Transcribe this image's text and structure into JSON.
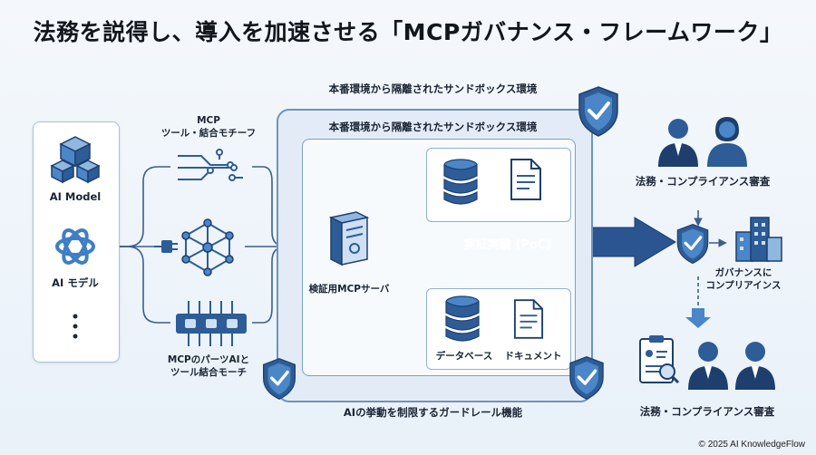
{
  "title": "法務を説得し、導入を加速させる「MCPガバナンス・フレームワーク」",
  "models": {
    "ai_model_label": "AI Model",
    "ai_model2_label": "AI モデル"
  },
  "mcp_tool_motif": {
    "line1": "MCP",
    "line2": "ツール・結合モチーフ"
  },
  "mcp_part_motif": {
    "line1": "MCPのパーツAIと",
    "line2": "ツール結合モーチ"
  },
  "sandbox": {
    "outer_label": "本番環境から隔離されたサンドボックス環境",
    "inner_label": "本番環境から隔離されたサンドボックス環境",
    "server_label": "検証用MCPサーバ",
    "database_label": "データベース",
    "document_label": "ドキュメント",
    "guardrail_label": "AIの挙動を制限するガードレール機能"
  },
  "poc_label": "実証実験 (PoC)",
  "review_top_label": "法務・コンプライアンス審査",
  "governance": {
    "line1": "ガバナンスに",
    "line2": "コンプリアインス"
  },
  "review_bottom_label": "法務・コンプライアンス審査",
  "footer": "© 2025 AI KnowledgeFlow",
  "colors": {
    "primary": "#2d5c97",
    "dark": "#1e3f6e",
    "light": "#dce8f5",
    "accent": "#4a86c8"
  }
}
